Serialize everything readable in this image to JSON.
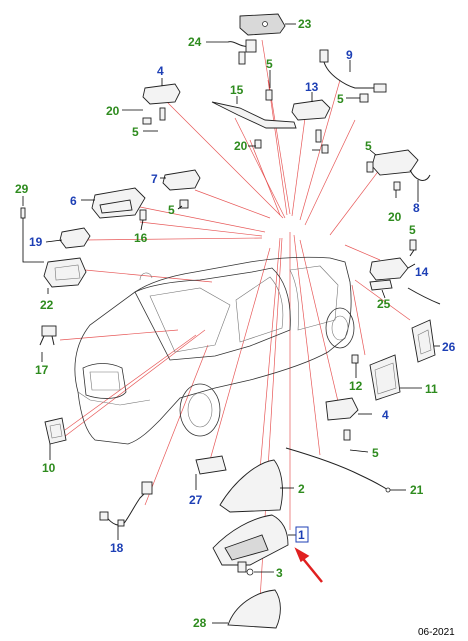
{
  "callouts": {
    "c1": "1",
    "c2": "2",
    "c3": "3",
    "c4a": "4",
    "c4b": "4",
    "c5a": "5",
    "c5b": "5",
    "c5c": "5",
    "c5d": "5",
    "c5e": "5",
    "c5f": "5",
    "c5g": "5",
    "c6": "6",
    "c7": "7",
    "c8": "8",
    "c9": "9",
    "c10": "10",
    "c11": "11",
    "c12": "12",
    "c13": "13",
    "c14": "14",
    "c15": "15",
    "c16": "16",
    "c17": "17",
    "c18": "18",
    "c19": "19",
    "c20a": "20",
    "c20b": "20",
    "c20c": "20",
    "c21": "21",
    "c22": "22",
    "c23": "23",
    "c24": "24",
    "c25": "25",
    "c26": "26",
    "c27": "27",
    "c28": "28",
    "c29": "29"
  },
  "date_code": "06-2021",
  "colors": {
    "green_label": "#2e8b1e",
    "blue_label": "#1d3fb5",
    "leader_red": "#e33b3b",
    "arrow_red": "#e02020"
  }
}
